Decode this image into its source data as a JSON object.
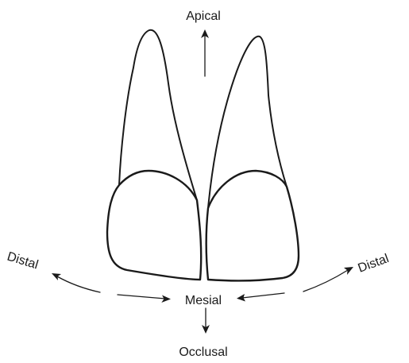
{
  "labels": {
    "apical": "Apical",
    "occlusal": "Occlusal",
    "mesial": "Mesial",
    "distal_left": "Distal",
    "distal_right": "Distal"
  }
}
